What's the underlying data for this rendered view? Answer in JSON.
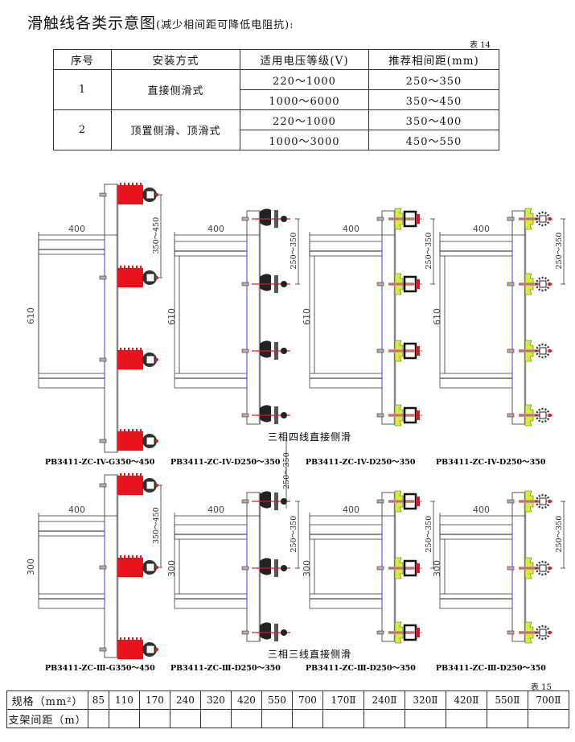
{
  "title": {
    "main": "滑触线各类示意图",
    "sub": "(减少相间距可降低电阻抗):"
  },
  "table14": {
    "tag": "表 14",
    "headers": [
      "序号",
      "安装方式",
      "适用电压等级(V)",
      "推荐相间距(mm)"
    ],
    "groups": [
      {
        "no": "1",
        "method": "直接侧滑式",
        "rows": [
          {
            "voltage": "220～1000",
            "spacing": "250～350"
          },
          {
            "voltage": "1000～6000",
            "spacing": "350～450"
          }
        ]
      },
      {
        "no": "2",
        "method": "顶置侧滑、顶滑式",
        "rows": [
          {
            "voltage": "220～1000",
            "spacing": "350～400"
          },
          {
            "voltage": "1000～3000",
            "spacing": "450～550"
          }
        ]
      }
    ]
  },
  "diagrams": {
    "group_four_wire_label": "三相四线直接侧滑",
    "group_three_wire_label": "三相三线直接侧滑",
    "colors": {
      "red_insulator": "#e8141b",
      "black_insulator": "#222222",
      "yellow_clip": "#d7ec3a",
      "frame": "#777777",
      "blue_line": "#3a3aff"
    },
    "rows": [
      {
        "phase_count": 4,
        "bracket_height_label": "610",
        "items": [
          {
            "type": "G",
            "width_label": "400",
            "spacing_label": "350～450",
            "caption": "PB3411-ZC-IV-G350～450"
          },
          {
            "type": "D-black",
            "width_label": "400",
            "spacing_label": "250～350",
            "caption": "PB3411-ZC-IV-D250～350"
          },
          {
            "type": "D-yellow",
            "width_label": "400",
            "spacing_label": "250～350",
            "caption": "PB3411-ZC-IV-D250～350"
          },
          {
            "type": "D-yellow-star",
            "width_label": "400",
            "spacing_label": "250～350",
            "caption": "PB3411-ZC-IV-D250～350"
          }
        ]
      },
      {
        "phase_count": 3,
        "bracket_height_label": "300",
        "items": [
          {
            "type": "G",
            "width_label": "400",
            "spacing_label": "350～450",
            "caption": "PB3411-ZC-Ⅲ-G350～450"
          },
          {
            "type": "D-black",
            "width_label": "400",
            "spacing_label": "250～350",
            "caption": "PB3411-ZC-Ⅲ-D250～350"
          },
          {
            "type": "D-yellow",
            "width_label": "400",
            "spacing_label": "250～350",
            "caption": "PB3411-ZC-Ⅲ-D250～350"
          },
          {
            "type": "D-yellow-star",
            "width_label": "400",
            "spacing_label": "250～350",
            "caption": "PB3411-ZC-Ⅲ-D250～350"
          }
        ]
      }
    ]
  },
  "table15": {
    "tag": "表 15",
    "row1_header": "规格（mm²）",
    "row2_header": "支架间距（m）",
    "specs": [
      "85",
      "110",
      "170",
      "240",
      "320",
      "420",
      "550",
      "700",
      "170Ⅱ",
      "240Ⅱ",
      "320Ⅱ",
      "420Ⅱ",
      "550Ⅱ",
      "700Ⅱ"
    ],
    "spacing_values": [
      "",
      "",
      "",
      "",
      "",
      "",
      "",
      "",
      "",
      "",
      "",
      "",
      "",
      ""
    ]
  }
}
